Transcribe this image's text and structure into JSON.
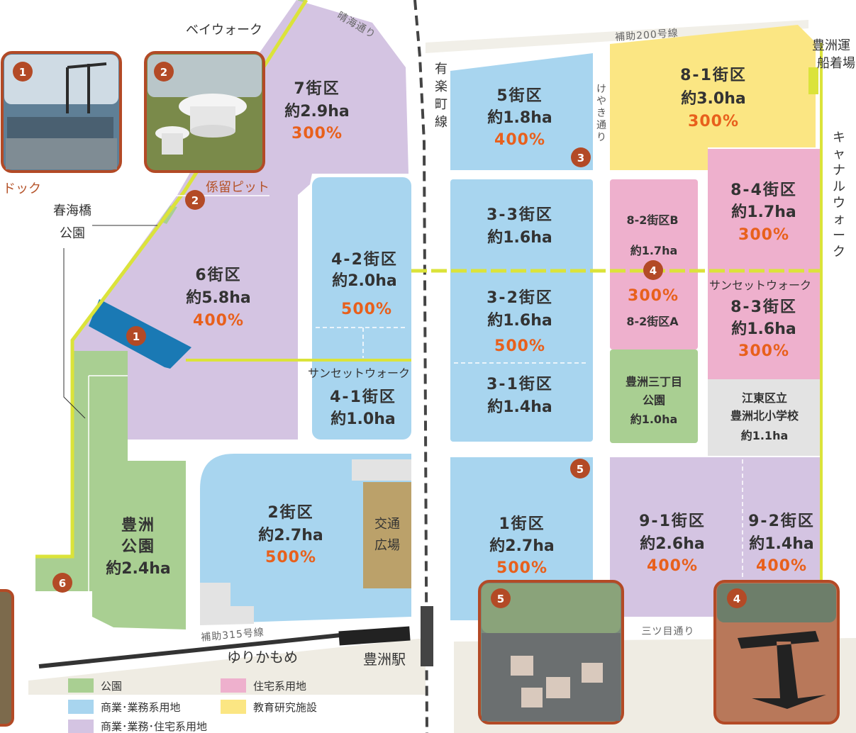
{
  "colors": {
    "park": "#a9cf92",
    "commercial": "#a8d5ef",
    "mixed": "#d4c4e2",
    "residential": "#eeb0cd",
    "education": "#fbe683",
    "transport": "#bba16a",
    "gray": "#e3e3e3",
    "marker": "#b34a26",
    "far_text": "#e8601c",
    "walkway": "#dbe33a"
  },
  "blocks": {
    "b7": {
      "title": "7街区",
      "area": "約2.9ha",
      "far": "300%"
    },
    "b6": {
      "title": "6街区",
      "area": "約5.8ha",
      "far": "400%"
    },
    "b42": {
      "title": "4-2街区",
      "area": "約2.0ha",
      "far": "500%"
    },
    "b41": {
      "title": "4-1街区",
      "area": "約1.0ha"
    },
    "b5": {
      "title": "5街区",
      "area": "約1.8ha",
      "far": "400%"
    },
    "b33": {
      "title": "3-3街区",
      "area": "約1.6ha"
    },
    "b32": {
      "title": "3-2街区",
      "area": "約1.6ha",
      "far": "500%"
    },
    "b31": {
      "title": "3-1街区",
      "area": "約1.4ha"
    },
    "b81": {
      "title": "8-1街区",
      "area": "約3.0ha",
      "far": "300%"
    },
    "b84": {
      "title": "8-4街区",
      "area": "約1.7ha",
      "far": "300%"
    },
    "b83": {
      "title": "8-3街区",
      "area": "約1.6ha",
      "far": "300%"
    },
    "b82": {
      "title_b": "8-2街区B",
      "area": "約1.7ha",
      "far": "300%",
      "title_a": "8-2街区A"
    },
    "b2": {
      "title": "2街区",
      "area": "約2.7ha",
      "far": "500%"
    },
    "b1": {
      "title": "1街区",
      "area": "約2.7ha",
      "far": "500%"
    },
    "b91": {
      "title": "9-1街区",
      "area": "約2.6ha",
      "far": "400%"
    },
    "b92": {
      "title": "9-2街区",
      "area": "約1.4ha",
      "far": "400%"
    },
    "toyosu_park": {
      "l1": "豊洲",
      "l2": "公園",
      "area": "約2.4ha"
    },
    "sanchome_park": {
      "l1": "豊洲三丁目",
      "l2": "公園",
      "area": "約1.0ha"
    },
    "school": {
      "l1": "江東区立",
      "l2": "豊洲北小学校",
      "area": "約1.1ha"
    },
    "transport_plaza": {
      "l1": "交通",
      "l2": "広場"
    }
  },
  "labels": {
    "baywalk": "ベイウォーク",
    "harumi_dori": "晴海通り",
    "hojo200": "補助200号線",
    "hojo315": "補助315号線",
    "yurakucho_line": [
      "有",
      "楽",
      "町",
      "線"
    ],
    "keyaki_dori": [
      "け",
      "や",
      "き",
      "通",
      "り"
    ],
    "canal_walk": [
      "キ",
      "ャ",
      "ナ",
      "ル",
      "ウ",
      "ォ",
      "ー",
      "ク"
    ],
    "toyosu_pier_1": "豊洲運",
    "toyosu_pier_2": "船着場",
    "dock": "ドック",
    "mooring_pit": "係留ピット",
    "harumi_bridge_park_1": "春海橋",
    "harumi_bridge_park_2": "公園",
    "sunset_walk_1": "サンセットウォーク",
    "sunset_walk_2": "サンセットウォーク",
    "yurikamome": "ゆりかもめ",
    "toyosu_station": "豊洲駅",
    "mitsume_dori": "三ツ目通り"
  },
  "markers": [
    "1",
    "2",
    "2",
    "1",
    "3",
    "4",
    "5",
    "6",
    "5",
    "4"
  ],
  "legend": [
    {
      "label": "公園",
      "color": "#a9cf92"
    },
    {
      "label": "商業･業務系用地",
      "color": "#a8d5ef"
    },
    {
      "label": "商業･業務･住宅系用地",
      "color": "#d4c4e2"
    },
    {
      "label": "住宅系用地",
      "color": "#eeb0cd"
    },
    {
      "label": "教育研究施設",
      "color": "#fbe683"
    }
  ]
}
